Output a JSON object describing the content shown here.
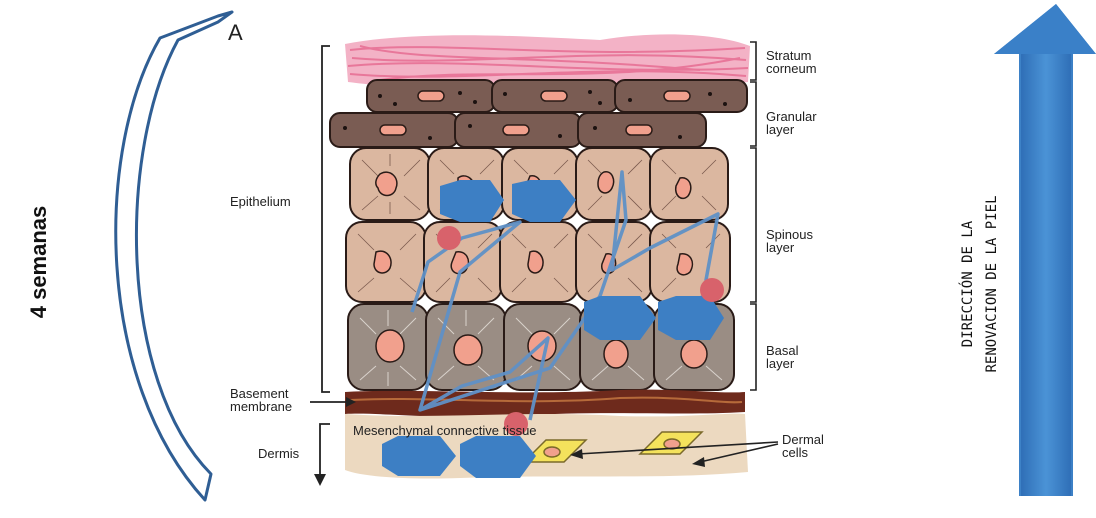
{
  "figure": {
    "panel_letter": "A",
    "duration_label": "4 semanas",
    "direction_label_line1": "DIRECCIÓN DE LA",
    "direction_label_line2": "RENOVACION DE LA PIEL"
  },
  "layers": {
    "stratum_corneum": [
      "Stratum",
      "corneum"
    ],
    "granular": [
      "Granular",
      "layer"
    ],
    "spinous": [
      "Spinous",
      "layer"
    ],
    "basal": [
      "Basal",
      "layer"
    ]
  },
  "labels": {
    "epithelium": "Epithelium",
    "basement": [
      "Basement",
      "membrane"
    ],
    "dermis": "Dermis",
    "mesenchymal": "Mesenchymal connective tissue",
    "dermal_cells": [
      "Dermal",
      "cells"
    ]
  },
  "colors": {
    "corneum_pink": "#e8779a",
    "granular_brown": "#6b5048",
    "spinous_tan": "#dbb7a0",
    "basal_gray": "#9a8d84",
    "nucleus_pink": "#f1a08d",
    "membrane_brown": "#6e2a1c",
    "dermis_beige": "#ecd9c0",
    "hexagon_blue": "#3d7fc4",
    "dot_red": "#d8626b",
    "arrow_blue": "#3a80c8",
    "bracket_outline": "#2f5e94"
  }
}
